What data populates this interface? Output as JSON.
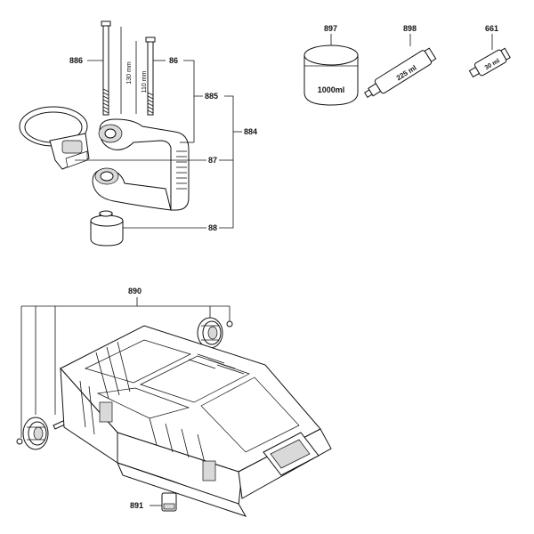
{
  "callouts": {
    "c886": "886",
    "c86": "86",
    "c885": "885",
    "c884": "884",
    "c87": "87",
    "c88": "88",
    "c897": "897",
    "c898": "898",
    "c661": "661",
    "c890": "890",
    "c891": "891"
  },
  "measurements": {
    "bolt_long": "130 mm",
    "bolt_short": "110 mm"
  },
  "containers": {
    "jar_label": "1000ml",
    "tube_large_label": "225 ml",
    "tube_small_label": "30 ml"
  }
}
